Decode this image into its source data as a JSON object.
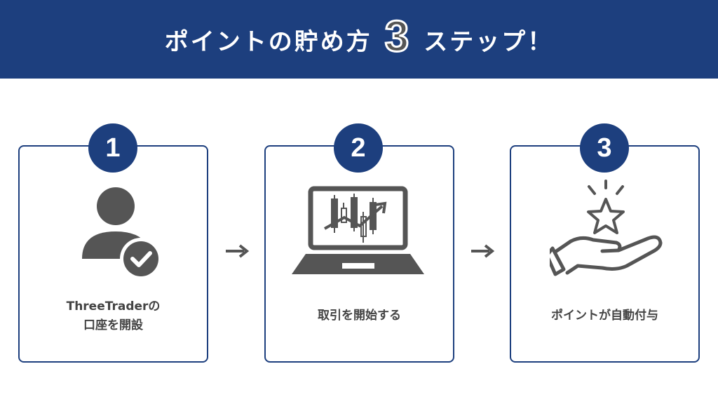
{
  "header": {
    "title_prefix": "ポイントの貯め方",
    "title_number": "3",
    "title_suffix": "ステップ！"
  },
  "steps": [
    {
      "number": "1",
      "line1": "ThreeTraderの",
      "line2": "口座を開設",
      "icon": "user-check-icon"
    },
    {
      "number": "2",
      "line1": "取引を開始する",
      "icon": "laptop-chart-icon"
    },
    {
      "number": "3",
      "line1": "ポイントが自動付与",
      "icon": "hand-star-icon"
    }
  ],
  "colors": {
    "primary": "#1d3f7e",
    "icon": "#555555"
  }
}
